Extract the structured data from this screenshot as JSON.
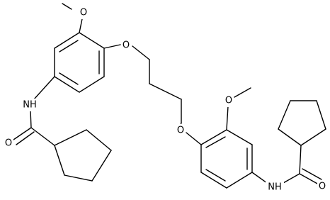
{
  "molecule": {
    "atoms": {
      "oxygen_methoxy_left": "O",
      "oxygen_ether_left": "O",
      "nitrogen_amide_left": "NH",
      "oxygen_carbonyl_left": "O",
      "oxygen_methoxy_right": "O",
      "oxygen_ether_right": "O",
      "nitrogen_amide_right": "NH",
      "oxygen_carbonyl_right": "O"
    }
  }
}
